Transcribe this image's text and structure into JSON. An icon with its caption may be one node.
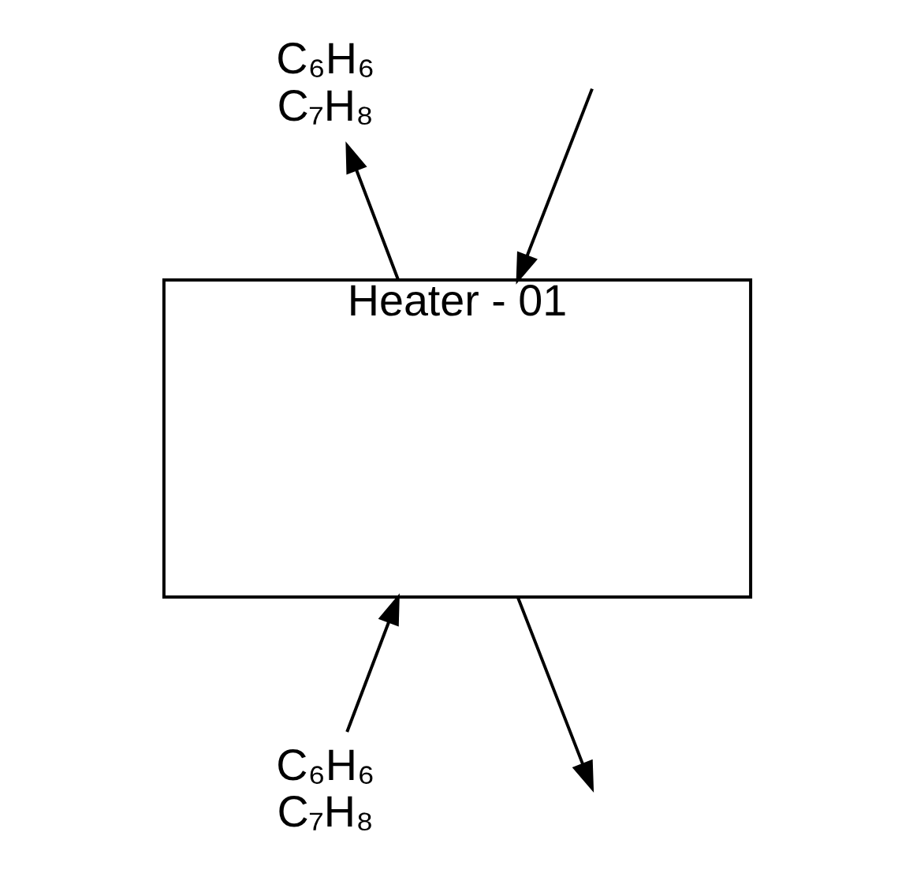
{
  "diagram": {
    "nodes": [
      {
        "text": [
          "C₆H₆",
          "C₇H₈"
        ]
      },
      {
        "text": [
          "Heater - 01"
        ]
      },
      {
        "text": [
          "C₆H₆",
          "C₇H₈"
        ]
      }
    ],
    "edges": [
      {
        "from": 1,
        "to": 0,
        "arrow": "to"
      },
      {
        "from": 2,
        "to": 1,
        "arrow": "to"
      },
      {
        "from": null,
        "to": 1,
        "arrow": "to"
      },
      {
        "from": 1,
        "to": null,
        "arrow": "to"
      }
    ]
  }
}
